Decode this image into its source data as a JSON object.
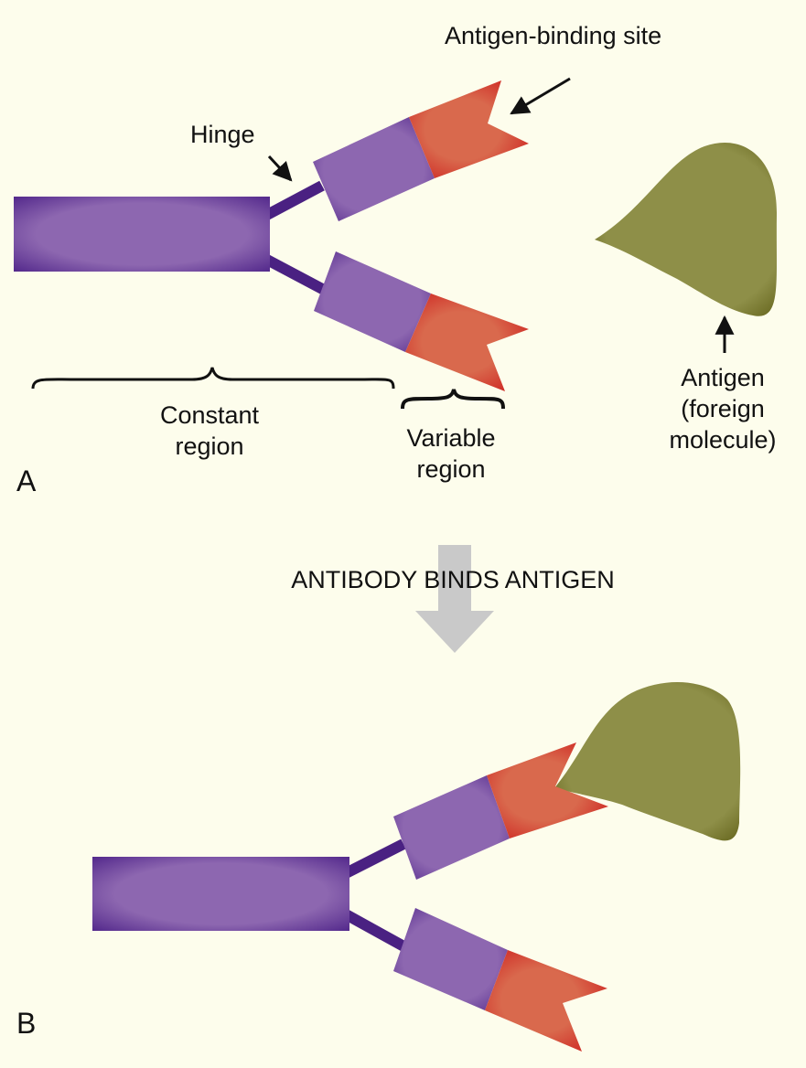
{
  "labels": {
    "antigen_binding_site": "Antigen-binding site",
    "hinge": "Hinge",
    "constant_region_line1": "Constant",
    "constant_region_line2": "region",
    "variable_region_line1": "Variable",
    "variable_region_line2": "region",
    "antigen_line1": "Antigen",
    "antigen_line2": "(foreign",
    "antigen_line3": "molecule)",
    "panel_a": "A",
    "panel_b": "B",
    "transition": "ANTIBODY BINDS ANTIGEN"
  },
  "colors": {
    "background": "#fdfdec",
    "constant_region": "#8d67b0",
    "constant_region_edge": "#4a1f86",
    "hinge": "#4a2182",
    "variable_region": "#d9694d",
    "variable_region_edge": "#cc1a1a",
    "antigen": "#8e8f48",
    "antigen_edge": "#6a6a22",
    "transition_arrow": "#c9c9c9"
  }
}
